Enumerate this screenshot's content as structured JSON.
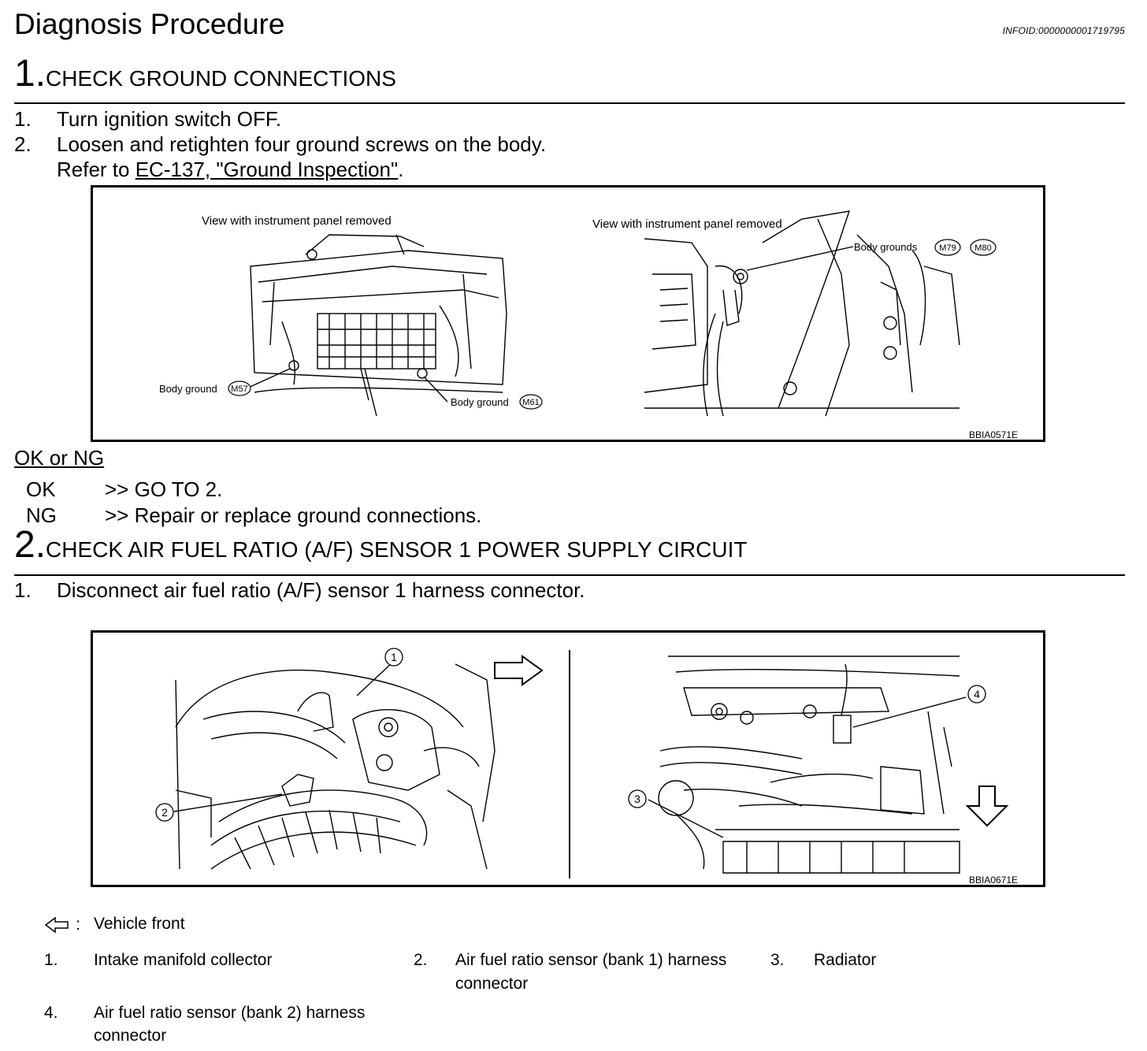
{
  "page": {
    "title": "Diagnosis Procedure",
    "infoid": "INFOID:0000000001719795"
  },
  "step1": {
    "number": "1.",
    "heading": "CHECK GROUND CONNECTIONS",
    "items": [
      {
        "n": "1.",
        "text": "Turn ignition switch OFF."
      },
      {
        "n": "2.",
        "text": "Loosen and retighten four ground screws on the body."
      }
    ],
    "refer_prefix": "Refer to ",
    "refer_link": "EC-137, \"Ground Inspection\"",
    "refer_suffix": ".",
    "figure": {
      "left_caption": "View with instrument panel removed",
      "right_caption": "View with instrument panel removed",
      "label_m57_text": "Body ground",
      "label_m57_code": "M57",
      "label_m61_text": "Body ground",
      "label_m61_code": "M61",
      "label_grounds_text": "Body grounds",
      "label_m79_code": "M79",
      "label_m80_code": "M80",
      "figure_id": "BBIA0571E"
    },
    "ok_or_ng": "OK or NG",
    "results": [
      {
        "key": "OK",
        "action": ">> GO TO 2."
      },
      {
        "key": "NG",
        "action": ">> Repair or replace ground connections."
      }
    ]
  },
  "step2": {
    "number": "2.",
    "heading": "CHECK AIR FUEL RATIO (A/F) SENSOR 1 POWER SUPPLY CIRCUIT",
    "items": [
      {
        "n": "1.",
        "text": "Disconnect air fuel ratio (A/F) sensor 1 harness connector."
      }
    ],
    "figure": {
      "callouts": [
        "1",
        "2",
        "3",
        "4"
      ],
      "figure_id": "BBIA0671E"
    },
    "legend": {
      "front_symbol_label": ":",
      "front_text": "Vehicle front",
      "entries": [
        {
          "n": "1.",
          "text": "Intake manifold collector"
        },
        {
          "n": "2.",
          "text_line1": "Air fuel ratio sensor (bank 1) harness",
          "text_line2": "connector"
        },
        {
          "n": "3.",
          "text": "Radiator"
        },
        {
          "n": "4.",
          "text_line1": "Air fuel ratio sensor (bank 2) harness",
          "text_line2": "connector"
        }
      ]
    }
  }
}
